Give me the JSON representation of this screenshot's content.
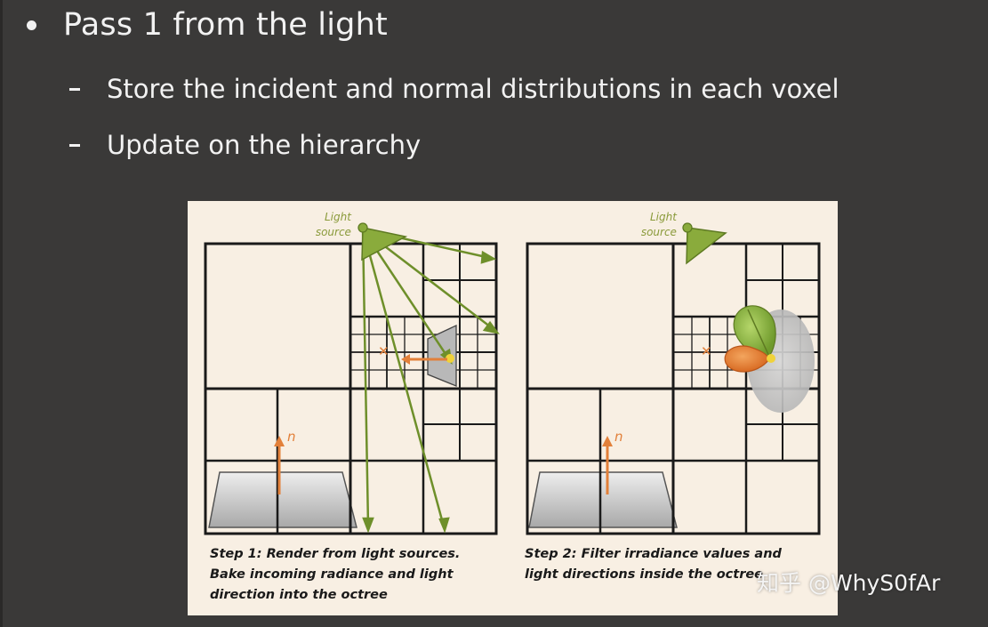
{
  "slide": {
    "bullet": "Pass 1 from the light",
    "sub_items": [
      "Store the incident and normal distributions in each voxel",
      "Update on the hierarchy"
    ]
  },
  "figure": {
    "left_panel": {
      "light_label_line1": "Light",
      "light_label_line2": "source",
      "normal_label": "n",
      "caption_lines": [
        "Step 1: Render from light sources.",
        "Bake incoming radiance and light",
        "direction into the octree"
      ]
    },
    "right_panel": {
      "light_label_line1": "Light",
      "light_label_line2": "source",
      "normal_label": "n",
      "caption_lines": [
        "Step 2: Filter irradiance values and",
        "light directions inside the octree"
      ]
    }
  },
  "watermark": "知乎 @WhyS0fAr",
  "colors": {
    "background": "#3a3938",
    "figure_bg": "#f8efe3",
    "light_green": "#8aab3c",
    "ray_green": "#6e8f2a",
    "normal_orange": "#e2803a",
    "label_olive": "#8a9a3a"
  }
}
